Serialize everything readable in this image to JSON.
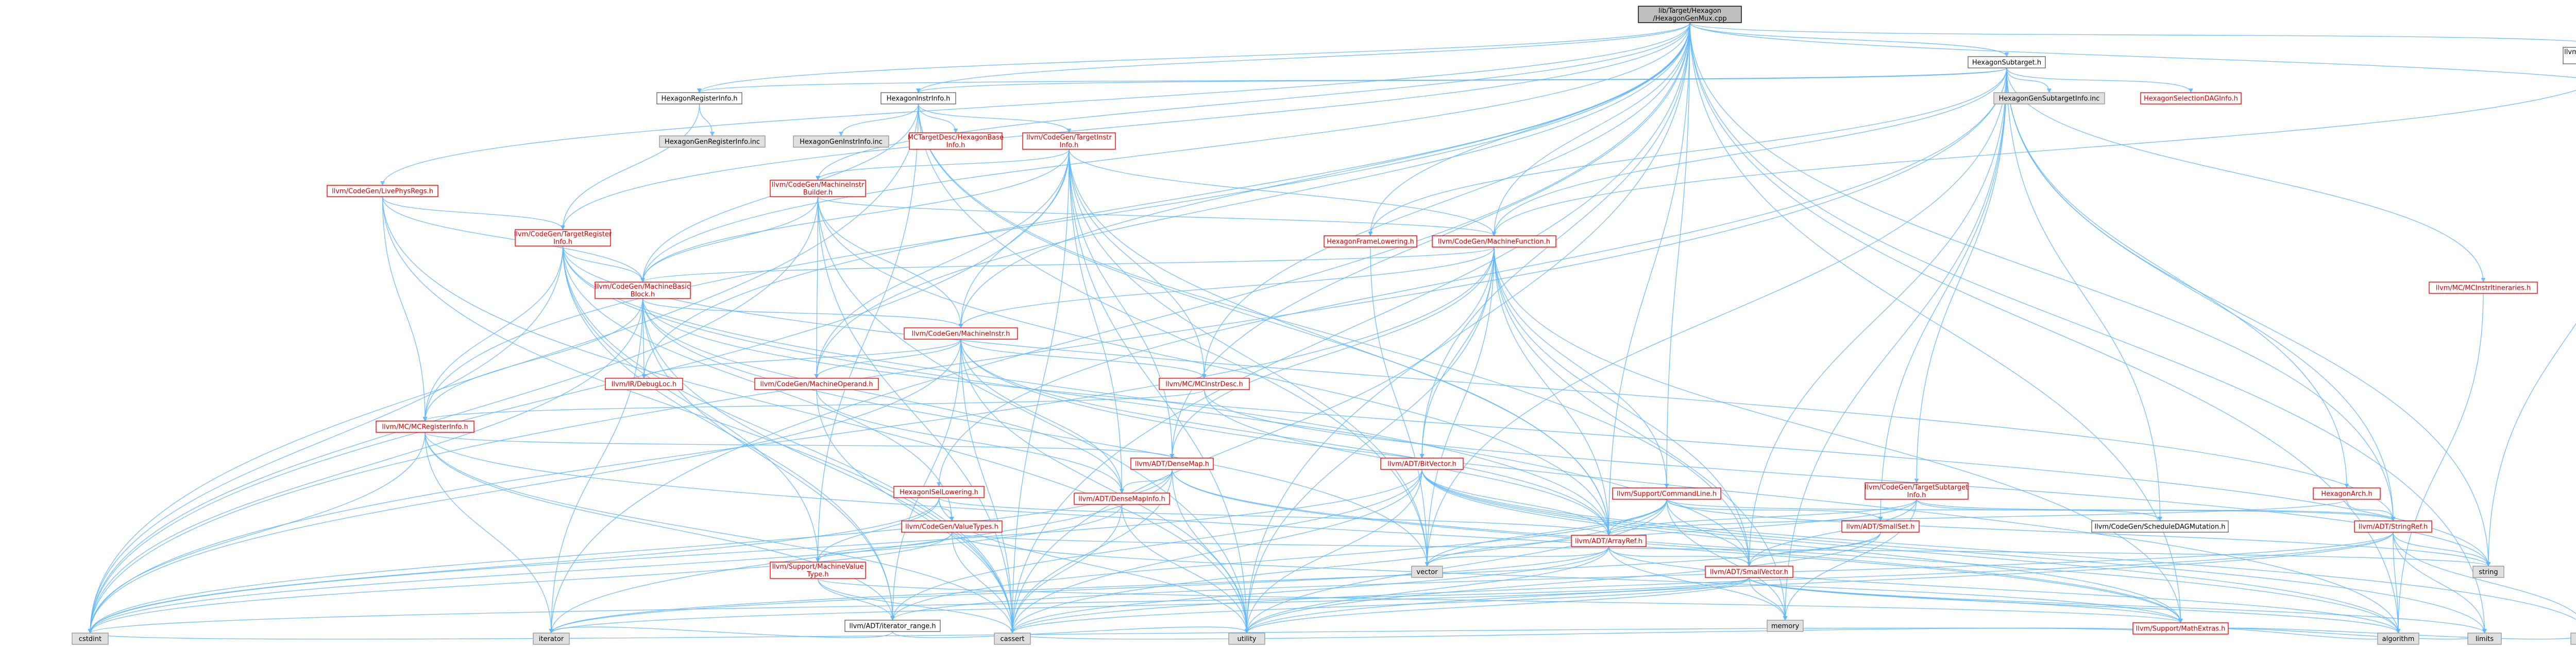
{
  "nodes": [
    {
      "id": "root",
      "lines": [
        "lib/Target/Hexagon",
        "/HexagonGenMux.cpp"
      ],
      "style": "root"
    },
    {
      "id": "HexagonSubtarget",
      "lines": [
        "HexagonSubtarget.h"
      ],
      "style": "plain"
    },
    {
      "id": "MachineFunctionPass",
      "lines": [
        "llvm/CodeGen/MachineFunction",
        "Pass.h"
      ],
      "style": "plain"
    },
    {
      "id": "HexagonRegisterInfo",
      "lines": [
        "HexagonRegisterInfo.h"
      ],
      "style": "plain"
    },
    {
      "id": "HexagonInstrInfo",
      "lines": [
        "HexagonInstrInfo.h"
      ],
      "style": "plain"
    },
    {
      "id": "PassH",
      "lines": [
        "llvm/Pass.h"
      ],
      "style": "red"
    },
    {
      "id": "HexagonGenSubtargetInfo",
      "lines": [
        "HexagonGenSubtargetInfo.inc"
      ],
      "style": "grey"
    },
    {
      "id": "HexagonSelectionDAGInfo",
      "lines": [
        "HexagonSelectionDAGInfo.h"
      ],
      "style": "red"
    },
    {
      "id": "HexagonGenRegisterInfo",
      "lines": [
        "HexagonGenRegisterInfo.inc"
      ],
      "style": "grey"
    },
    {
      "id": "HexagonGenInstrInfo",
      "lines": [
        "HexagonGenInstrInfo.inc"
      ],
      "style": "grey"
    },
    {
      "id": "MCTargetDesc",
      "lines": [
        "MCTargetDesc/HexagonBase",
        "Info.h"
      ],
      "style": "red"
    },
    {
      "id": "TargetInstrInfo",
      "lines": [
        "llvm/CodeGen/TargetInstr",
        "Info.h"
      ],
      "style": "red"
    },
    {
      "id": "LivePhysRegs",
      "lines": [
        "llvm/CodeGen/LivePhysRegs.h"
      ],
      "style": "red"
    },
    {
      "id": "MachineInstrBuilder",
      "lines": [
        "llvm/CodeGen/MachineInstr",
        "Builder.h"
      ],
      "style": "red"
    },
    {
      "id": "TargetRegisterInfo",
      "lines": [
        "llvm/CodeGen/TargetRegister",
        "Info.h"
      ],
      "style": "red"
    },
    {
      "id": "HexagonFrameLowering",
      "lines": [
        "HexagonFrameLowering.h"
      ],
      "style": "red"
    },
    {
      "id": "MachineFunction",
      "lines": [
        "llvm/CodeGen/MachineFunction.h"
      ],
      "style": "red"
    },
    {
      "id": "MCInstrItineraries",
      "lines": [
        "llvm/MC/MCInstrItineraries.h"
      ],
      "style": "red"
    },
    {
      "id": "MachineBasicBlock",
      "lines": [
        "llvm/CodeGen/MachineBasic",
        "Block.h"
      ],
      "style": "red"
    },
    {
      "id": "MachineInstr",
      "lines": [
        "llvm/CodeGen/MachineInstr.h"
      ],
      "style": "red"
    },
    {
      "id": "DebugLoc",
      "lines": [
        "llvm/IR/DebugLoc.h"
      ],
      "style": "red"
    },
    {
      "id": "MachineOperand",
      "lines": [
        "llvm/CodeGen/MachineOperand.h"
      ],
      "style": "red"
    },
    {
      "id": "MCInstrDesc",
      "lines": [
        "llvm/MC/MCInstrDesc.h"
      ],
      "style": "red"
    },
    {
      "id": "MCRegisterInfo",
      "lines": [
        "llvm/MC/MCRegisterInfo.h"
      ],
      "style": "red"
    },
    {
      "id": "DenseMap",
      "lines": [
        "llvm/ADT/DenseMap.h"
      ],
      "style": "red"
    },
    {
      "id": "BitVector",
      "lines": [
        "llvm/ADT/BitVector.h"
      ],
      "style": "red"
    },
    {
      "id": "HexagonISelLowering",
      "lines": [
        "HexagonISelLowering.h"
      ],
      "style": "red"
    },
    {
      "id": "DenseMapInfo",
      "lines": [
        "llvm/ADT/DenseMapInfo.h"
      ],
      "style": "red"
    },
    {
      "id": "CommandLine",
      "lines": [
        "llvm/Support/CommandLine.h"
      ],
      "style": "red"
    },
    {
      "id": "TargetSubtargetInfo",
      "lines": [
        "llvm/CodeGen/TargetSubtarget",
        "Info.h"
      ],
      "style": "red"
    },
    {
      "id": "HexagonArch",
      "lines": [
        "HexagonArch.h"
      ],
      "style": "red"
    },
    {
      "id": "ValueTypes",
      "lines": [
        "llvm/CodeGen/ValueTypes.h"
      ],
      "style": "red"
    },
    {
      "id": "SmallSet",
      "lines": [
        "llvm/ADT/SmallSet.h"
      ],
      "style": "red"
    },
    {
      "id": "ScheduleDAGMutation",
      "lines": [
        "llvm/CodeGen/ScheduleDAGMutation.h"
      ],
      "style": "plain"
    },
    {
      "id": "StringRef",
      "lines": [
        "llvm/ADT/StringRef.h"
      ],
      "style": "red"
    },
    {
      "id": "ArrayRef",
      "lines": [
        "llvm/ADT/ArrayRef.h"
      ],
      "style": "red"
    },
    {
      "id": "MachineValueType",
      "lines": [
        "llvm/Support/MachineValue",
        "Type.h"
      ],
      "style": "red"
    },
    {
      "id": "SmallVector",
      "lines": [
        "llvm/ADT/SmallVector.h"
      ],
      "style": "red"
    },
    {
      "id": "iterator_range",
      "lines": [
        "llvm/ADT/iterator_range.h"
      ],
      "style": "plain"
    },
    {
      "id": "MathExtras",
      "lines": [
        "llvm/Support/MathExtras.h"
      ],
      "style": "red"
    },
    {
      "id": "string",
      "lines": [
        "string"
      ],
      "style": "grey"
    },
    {
      "id": "vector",
      "lines": [
        "vector"
      ],
      "style": "grey"
    },
    {
      "id": "memory",
      "lines": [
        "memory"
      ],
      "style": "grey"
    },
    {
      "id": "cstdint",
      "lines": [
        "cstdint"
      ],
      "style": "grey"
    },
    {
      "id": "iterator",
      "lines": [
        "iterator"
      ],
      "style": "grey"
    },
    {
      "id": "cassert",
      "lines": [
        "cassert"
      ],
      "style": "grey"
    },
    {
      "id": "utility",
      "lines": [
        "utility"
      ],
      "style": "grey"
    },
    {
      "id": "algorithm",
      "lines": [
        "algorithm"
      ],
      "style": "grey"
    },
    {
      "id": "limits",
      "lines": [
        "limits"
      ],
      "style": "grey"
    },
    {
      "id": "climits",
      "lines": [
        "climits"
      ],
      "style": "grey"
    }
  ],
  "edges": [
    [
      "root",
      "HexagonSubtarget"
    ],
    [
      "root",
      "MachineFunctionPass"
    ],
    [
      "root",
      "HexagonRegisterInfo"
    ],
    [
      "root",
      "HexagonInstrInfo"
    ],
    [
      "root",
      "PassH"
    ],
    [
      "root",
      "LivePhysRegs"
    ],
    [
      "root",
      "MachineInstrBuilder"
    ],
    [
      "root",
      "MachineBasicBlock"
    ],
    [
      "root",
      "MachineFunction"
    ],
    [
      "root",
      "MachineInstr"
    ],
    [
      "root",
      "MachineOperand"
    ],
    [
      "root",
      "DebugLoc"
    ],
    [
      "root",
      "BitVector"
    ],
    [
      "root",
      "DenseMap"
    ],
    [
      "root",
      "CommandLine"
    ],
    [
      "root",
      "MathExtras"
    ],
    [
      "root",
      "StringRef"
    ],
    [
      "root",
      "ArrayRef"
    ],
    [
      "root",
      "cassert"
    ],
    [
      "root",
      "iterator"
    ],
    [
      "root",
      "limits"
    ],
    [
      "root",
      "utility"
    ],
    [
      "root",
      "algorithm"
    ],
    [
      "root",
      "MCInstrDesc"
    ],
    [
      "root",
      "MCRegisterInfo"
    ],
    [
      "root",
      "TargetRegisterInfo"
    ],
    [
      "root",
      "HexagonFrameLowering"
    ],
    [
      "HexagonSubtarget",
      "HexagonGenSubtargetInfo"
    ],
    [
      "HexagonSubtarget",
      "HexagonSelectionDAGInfo"
    ],
    [
      "HexagonSubtarget",
      "HexagonRegisterInfo"
    ],
    [
      "HexagonSubtarget",
      "HexagonInstrInfo"
    ],
    [
      "HexagonSubtarget",
      "HexagonFrameLowering"
    ],
    [
      "HexagonSubtarget",
      "HexagonISelLowering"
    ],
    [
      "HexagonSubtarget",
      "HexagonArch"
    ],
    [
      "HexagonSubtarget",
      "MCInstrItineraries"
    ],
    [
      "HexagonSubtarget",
      "TargetSubtargetInfo"
    ],
    [
      "HexagonSubtarget",
      "ScheduleDAGMutation"
    ],
    [
      "HexagonSubtarget",
      "StringRef"
    ],
    [
      "HexagonSubtarget",
      "SmallSet"
    ],
    [
      "HexagonSubtarget",
      "SmallVector"
    ],
    [
      "HexagonSubtarget",
      "memory"
    ],
    [
      "HexagonSubtarget",
      "string"
    ],
    [
      "HexagonSubtarget",
      "vector"
    ],
    [
      "HexagonSubtarget",
      "cstdint"
    ],
    [
      "HexagonSubtarget",
      "MachineFunction"
    ],
    [
      "MachineFunctionPass",
      "PassH"
    ],
    [
      "MachineFunctionPass",
      "MachineFunction"
    ],
    [
      "HexagonRegisterInfo",
      "HexagonGenRegisterInfo"
    ],
    [
      "HexagonRegisterInfo",
      "TargetRegisterInfo"
    ],
    [
      "HexagonInstrInfo",
      "HexagonGenInstrInfo"
    ],
    [
      "HexagonInstrInfo",
      "MCTargetDesc"
    ],
    [
      "HexagonInstrInfo",
      "TargetInstrInfo"
    ],
    [
      "HexagonInstrInfo",
      "MachineBasicBlock"
    ],
    [
      "HexagonInstrInfo",
      "ArrayRef"
    ],
    [
      "HexagonInstrInfo",
      "SmallVector"
    ],
    [
      "HexagonInstrInfo",
      "MachineValueType"
    ],
    [
      "HexagonInstrInfo",
      "cstdint"
    ],
    [
      "HexagonInstrInfo",
      "vector"
    ],
    [
      "PassH",
      "string"
    ],
    [
      "TargetInstrInfo",
      "MachineInstrBuilder"
    ],
    [
      "TargetInstrInfo",
      "MachineBasicBlock"
    ],
    [
      "TargetInstrInfo",
      "MachineFunction"
    ],
    [
      "TargetInstrInfo",
      "MachineInstr"
    ],
    [
      "TargetInstrInfo",
      "MachineOperand"
    ],
    [
      "TargetInstrInfo",
      "DenseMap"
    ],
    [
      "TargetInstrInfo",
      "ArrayRef"
    ],
    [
      "TargetInstrInfo",
      "MCInstrDesc"
    ],
    [
      "TargetInstrInfo",
      "cassert"
    ],
    [
      "TargetInstrInfo",
      "cstdint"
    ],
    [
      "TargetInstrInfo",
      "utility"
    ],
    [
      "TargetInstrInfo",
      "vector"
    ],
    [
      "TargetInstrInfo",
      "DenseMapInfo"
    ],
    [
      "LivePhysRegs",
      "MachineBasicBlock"
    ],
    [
      "LivePhysRegs",
      "TargetRegisterInfo"
    ],
    [
      "LivePhysRegs",
      "MCRegisterInfo"
    ],
    [
      "LivePhysRegs",
      "cassert"
    ],
    [
      "LivePhysRegs",
      "utility"
    ],
    [
      "MachineInstrBuilder",
      "MachineBasicBlock"
    ],
    [
      "MachineInstrBuilder",
      "MachineFunction"
    ],
    [
      "MachineInstrBuilder",
      "MachineInstr"
    ],
    [
      "MachineInstrBuilder",
      "MachineOperand"
    ],
    [
      "MachineInstrBuilder",
      "ArrayRef"
    ],
    [
      "MachineInstrBuilder",
      "cassert"
    ],
    [
      "MachineInstrBuilder",
      "cstdint"
    ],
    [
      "MachineInstrBuilder",
      "utility"
    ],
    [
      "TargetRegisterInfo",
      "MachineBasicBlock"
    ],
    [
      "TargetRegisterInfo",
      "MCRegisterInfo"
    ],
    [
      "TargetRegisterInfo",
      "ArrayRef"
    ],
    [
      "TargetRegisterInfo",
      "SmallVector"
    ],
    [
      "TargetRegisterInfo",
      "StringRef"
    ],
    [
      "TargetRegisterInfo",
      "iterator_range"
    ],
    [
      "TargetRegisterInfo",
      "MachineValueType"
    ],
    [
      "TargetRegisterInfo",
      "cassert"
    ],
    [
      "TargetRegisterInfo",
      "cstdint"
    ],
    [
      "TargetRegisterInfo",
      "ValueTypes"
    ],
    [
      "HexagonFrameLowering",
      "vector"
    ],
    [
      "MachineFunction",
      "MachineBasicBlock"
    ],
    [
      "MachineFunction",
      "MachineInstr"
    ],
    [
      "MachineFunction",
      "BitVector"
    ],
    [
      "MachineFunction",
      "DenseMap"
    ],
    [
      "MachineFunction",
      "ArrayRef"
    ],
    [
      "MachineFunction",
      "SmallVector"
    ],
    [
      "MachineFunction",
      "cassert"
    ],
    [
      "MachineFunction",
      "cstdint"
    ],
    [
      "MachineFunction",
      "memory"
    ],
    [
      "MachineFunction",
      "utility"
    ],
    [
      "MachineFunction",
      "vector"
    ],
    [
      "MachineFunction",
      "MathExtras"
    ],
    [
      "MachineFunction",
      "CommandLine"
    ],
    [
      "MCInstrItineraries",
      "algorithm"
    ],
    [
      "MachineBasicBlock",
      "MachineInstr"
    ],
    [
      "MachineBasicBlock",
      "DebugLoc"
    ],
    [
      "MachineBasicBlock",
      "MCRegisterInfo"
    ],
    [
      "MachineBasicBlock",
      "iterator_range"
    ],
    [
      "MachineBasicBlock",
      "cassert"
    ],
    [
      "MachineBasicBlock",
      "cstdint"
    ],
    [
      "MachineBasicBlock",
      "iterator"
    ],
    [
      "MachineBasicBlock",
      "string"
    ],
    [
      "MachineBasicBlock",
      "vector"
    ],
    [
      "MachineBasicBlock",
      "DenseMapInfo"
    ],
    [
      "MachineInstr",
      "MachineOperand"
    ],
    [
      "MachineInstr",
      "DebugLoc"
    ],
    [
      "MachineInstr",
      "MCInstrDesc"
    ],
    [
      "MachineInstr",
      "DenseMapInfo"
    ],
    [
      "MachineInstr",
      "ArrayRef"
    ],
    [
      "MachineInstr",
      "iterator_range"
    ],
    [
      "MachineInstr",
      "algorithm"
    ],
    [
      "MachineInstr",
      "cassert"
    ],
    [
      "MachineInstr",
      "cstdint"
    ],
    [
      "MachineInstr",
      "utility"
    ],
    [
      "MachineOperand",
      "DenseMapInfo"
    ],
    [
      "MachineOperand",
      "cassert"
    ],
    [
      "MCInstrDesc",
      "MCRegisterInfo"
    ],
    [
      "MCInstrDesc",
      "ArrayRef"
    ],
    [
      "MCInstrDesc",
      "string"
    ],
    [
      "MCRegisterInfo",
      "DenseMap"
    ],
    [
      "MCRegisterInfo",
      "iterator_range"
    ],
    [
      "MCRegisterInfo",
      "MathExtras"
    ],
    [
      "MCRegisterInfo",
      "cassert"
    ],
    [
      "MCRegisterInfo",
      "cstdint"
    ],
    [
      "MCRegisterInfo",
      "iterator"
    ],
    [
      "DenseMap",
      "DenseMapInfo"
    ],
    [
      "DenseMap",
      "MathExtras"
    ],
    [
      "DenseMap",
      "algorithm"
    ],
    [
      "DenseMap",
      "cassert"
    ],
    [
      "DenseMap",
      "iterator"
    ],
    [
      "DenseMap",
      "utility"
    ],
    [
      "DenseMap",
      "cstdint"
    ],
    [
      "BitVector",
      "ArrayRef"
    ],
    [
      "BitVector",
      "iterator_range"
    ],
    [
      "BitVector",
      "MathExtras"
    ],
    [
      "BitVector",
      "algorithm"
    ],
    [
      "BitVector",
      "cassert"
    ],
    [
      "BitVector",
      "climits"
    ],
    [
      "BitVector",
      "cstdint"
    ],
    [
      "BitVector",
      "utility"
    ],
    [
      "BitVector",
      "limits"
    ],
    [
      "HexagonISelLowering",
      "ValueTypes"
    ],
    [
      "HexagonISelLowering",
      "MachineValueType"
    ],
    [
      "HexagonISelLowering",
      "ArrayRef"
    ],
    [
      "HexagonISelLowering",
      "utility"
    ],
    [
      "HexagonISelLowering",
      "cstdint"
    ],
    [
      "DenseMapInfo",
      "cassert"
    ],
    [
      "DenseMapInfo",
      "cstdint"
    ],
    [
      "DenseMapInfo",
      "utility"
    ],
    [
      "CommandLine",
      "ArrayRef"
    ],
    [
      "CommandLine",
      "SmallVector"
    ],
    [
      "CommandLine",
      "StringRef"
    ],
    [
      "CommandLine",
      "SmallSet"
    ],
    [
      "CommandLine",
      "cassert"
    ],
    [
      "CommandLine",
      "memory"
    ],
    [
      "CommandLine",
      "string"
    ],
    [
      "CommandLine",
      "utility"
    ],
    [
      "CommandLine",
      "vector"
    ],
    [
      "CommandLine",
      "iterator_range"
    ],
    [
      "TargetSubtargetInfo",
      "ArrayRef"
    ],
    [
      "TargetSubtargetInfo",
      "SmallVector"
    ],
    [
      "TargetSubtargetInfo",
      "StringRef"
    ],
    [
      "TargetSubtargetInfo",
      "memory"
    ],
    [
      "TargetSubtargetInfo",
      "vector"
    ],
    [
      "TargetSubtargetInfo",
      "ScheduleDAGMutation"
    ],
    [
      "HexagonArch",
      "StringRef"
    ],
    [
      "HexagonArch",
      "ArrayRef"
    ],
    [
      "ValueTypes",
      "MachineValueType"
    ],
    [
      "ValueTypes",
      "MathExtras"
    ],
    [
      "ValueTypes",
      "cassert"
    ],
    [
      "ValueTypes",
      "cstdint"
    ],
    [
      "ValueTypes",
      "string"
    ],
    [
      "SmallSet",
      "SmallVector"
    ],
    [
      "SmallSet",
      "iterator"
    ],
    [
      "SmallSet",
      "utility"
    ],
    [
      "StringRef",
      "iterator_range"
    ],
    [
      "StringRef",
      "algorithm"
    ],
    [
      "StringRef",
      "cassert"
    ],
    [
      "StringRef",
      "climits"
    ],
    [
      "StringRef",
      "limits"
    ],
    [
      "StringRef",
      "string"
    ],
    [
      "StringRef",
      "utility"
    ],
    [
      "ArrayRef",
      "SmallVector"
    ],
    [
      "ArrayRef",
      "algorithm"
    ],
    [
      "ArrayRef",
      "cassert"
    ],
    [
      "ArrayRef",
      "iterator"
    ],
    [
      "ArrayRef",
      "memory"
    ],
    [
      "ArrayRef",
      "vector"
    ],
    [
      "ArrayRef",
      "utility"
    ],
    [
      "MachineValueType",
      "iterator_range"
    ],
    [
      "MachineValueType",
      "MathExtras"
    ],
    [
      "MachineValueType",
      "cassert"
    ],
    [
      "SmallVector",
      "algorithm"
    ],
    [
      "SmallVector",
      "cassert"
    ],
    [
      "SmallVector",
      "cstdint"
    ],
    [
      "SmallVector",
      "iterator"
    ],
    [
      "SmallVector",
      "limits"
    ],
    [
      "SmallVector",
      "memory"
    ],
    [
      "SmallVector",
      "utility"
    ],
    [
      "SmallVector",
      "MathExtras"
    ],
    [
      "iterator_range",
      "iterator"
    ],
    [
      "iterator_range",
      "utility"
    ],
    [
      "MathExtras",
      "algorithm"
    ],
    [
      "MathExtras",
      "cassert"
    ],
    [
      "MathExtras",
      "climits"
    ],
    [
      "MathExtras",
      "limits"
    ],
    [
      "MathExtras",
      "cstdint"
    ]
  ]
}
